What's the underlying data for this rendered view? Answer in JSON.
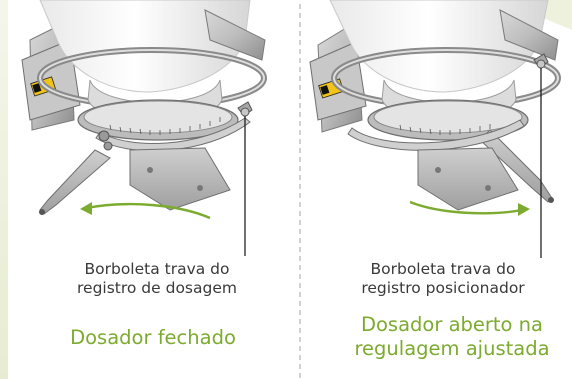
{
  "left_panel": {
    "caption_line1": "Borboleta trava do",
    "caption_line2": "registro de dosagem",
    "status_line1": "Dosador fechado"
  },
  "right_panel": {
    "caption_line1": "Borboleta trava do",
    "caption_line2": "registro posicionador",
    "status_line1": "Dosador aberto na",
    "status_line2": "regulagem ajustada"
  },
  "colors": {
    "accent_green": "#7cab2f",
    "caption_text": "#3a3a3a",
    "background_left_shade": "#eef2dc",
    "divider": "#b9b9b9"
  },
  "icons": {
    "left_arrow": "curved-arrow-left-icon",
    "right_arrow": "curved-arrow-right-icon",
    "left_pointer": "leader-line-icon",
    "right_pointer": "leader-line-icon"
  }
}
